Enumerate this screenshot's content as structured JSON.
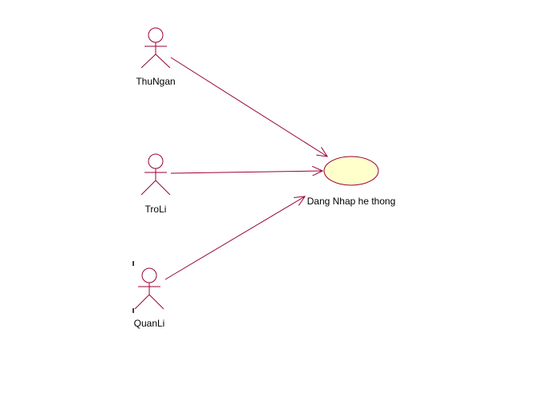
{
  "diagram": {
    "type": "uml-use-case",
    "colors": {
      "line": "#990033",
      "usecase_fill": "#ffffcc",
      "text": "#000000"
    },
    "actors": [
      {
        "id": "thungan",
        "label": "ThuNgan"
      },
      {
        "id": "troli",
        "label": "TroLi"
      },
      {
        "id": "quanli",
        "label": "QuanLi"
      }
    ],
    "use_cases": [
      {
        "id": "dang-nhap",
        "label": "Dang Nhap he thong"
      }
    ],
    "associations": [
      {
        "from": "thungan",
        "to": "dang-nhap"
      },
      {
        "from": "troli",
        "to": "dang-nhap"
      },
      {
        "from": "quanli",
        "to": "dang-nhap"
      }
    ]
  }
}
